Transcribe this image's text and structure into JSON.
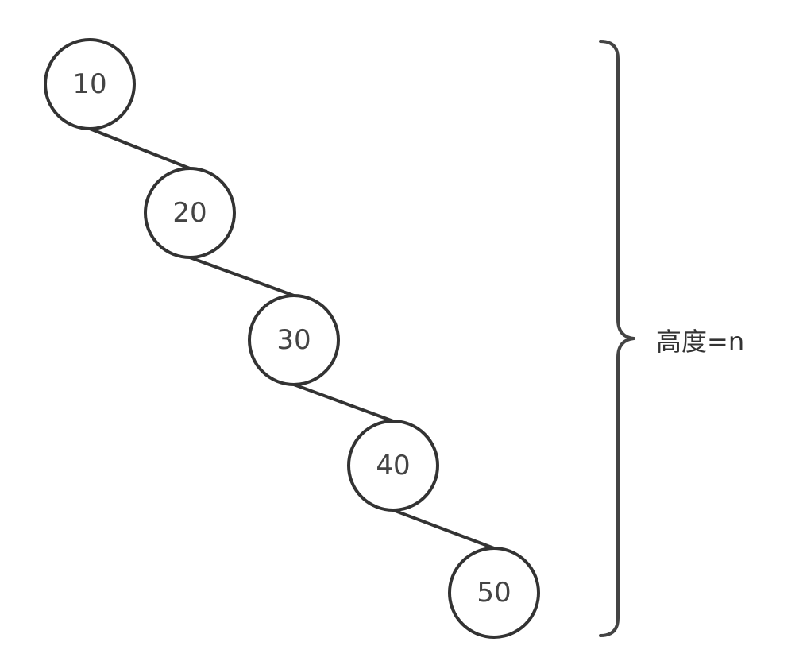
{
  "tree": {
    "nodes": [
      {
        "id": "n10",
        "label": "10"
      },
      {
        "id": "n20",
        "label": "20"
      },
      {
        "id": "n30",
        "label": "30"
      },
      {
        "id": "n40",
        "label": "40"
      },
      {
        "id": "n50",
        "label": "50"
      }
    ],
    "edges": [
      {
        "from": "n10",
        "to": "n20"
      },
      {
        "from": "n20",
        "to": "n30"
      },
      {
        "from": "n30",
        "to": "n40"
      },
      {
        "from": "n40",
        "to": "n50"
      }
    ]
  },
  "brace": {
    "label": "高度=n"
  },
  "colors": {
    "stroke": "#333333",
    "text": "#444444",
    "background": "#ffffff"
  }
}
